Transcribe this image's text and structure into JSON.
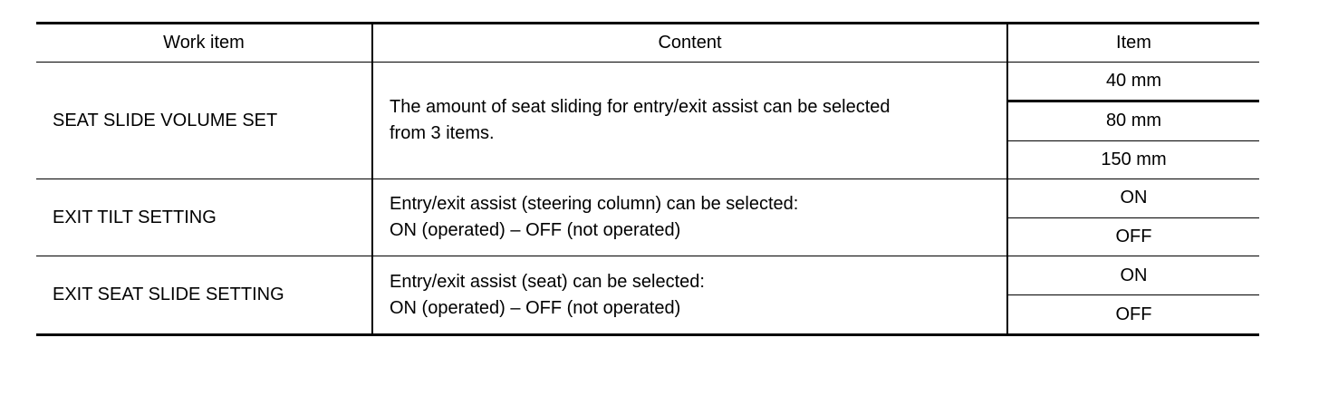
{
  "colors": {
    "background": "#ffffff",
    "text": "#000000",
    "border": "#000000"
  },
  "table": {
    "columns": [
      {
        "label": "Work item"
      },
      {
        "label": "Content"
      },
      {
        "label": "Item"
      }
    ],
    "rows": [
      {
        "work_item": "SEAT SLIDE VOLUME SET",
        "content_lines": [
          "The amount of seat sliding for entry/exit assist can be selected",
          "from 3 items."
        ],
        "items": [
          "40 mm",
          "80 mm",
          "150 mm"
        ]
      },
      {
        "work_item": "EXIT TILT SETTING",
        "content_lines": [
          "Entry/exit assist (steering column) can be selected:",
          "ON (operated) – OFF (not operated)"
        ],
        "items": [
          "ON",
          "OFF"
        ]
      },
      {
        "work_item": "EXIT SEAT SLIDE SETTING",
        "content_lines": [
          "Entry/exit assist (seat) can be selected:",
          "ON (operated) – OFF (not operated)"
        ],
        "items": [
          "ON",
          "OFF"
        ]
      }
    ]
  }
}
